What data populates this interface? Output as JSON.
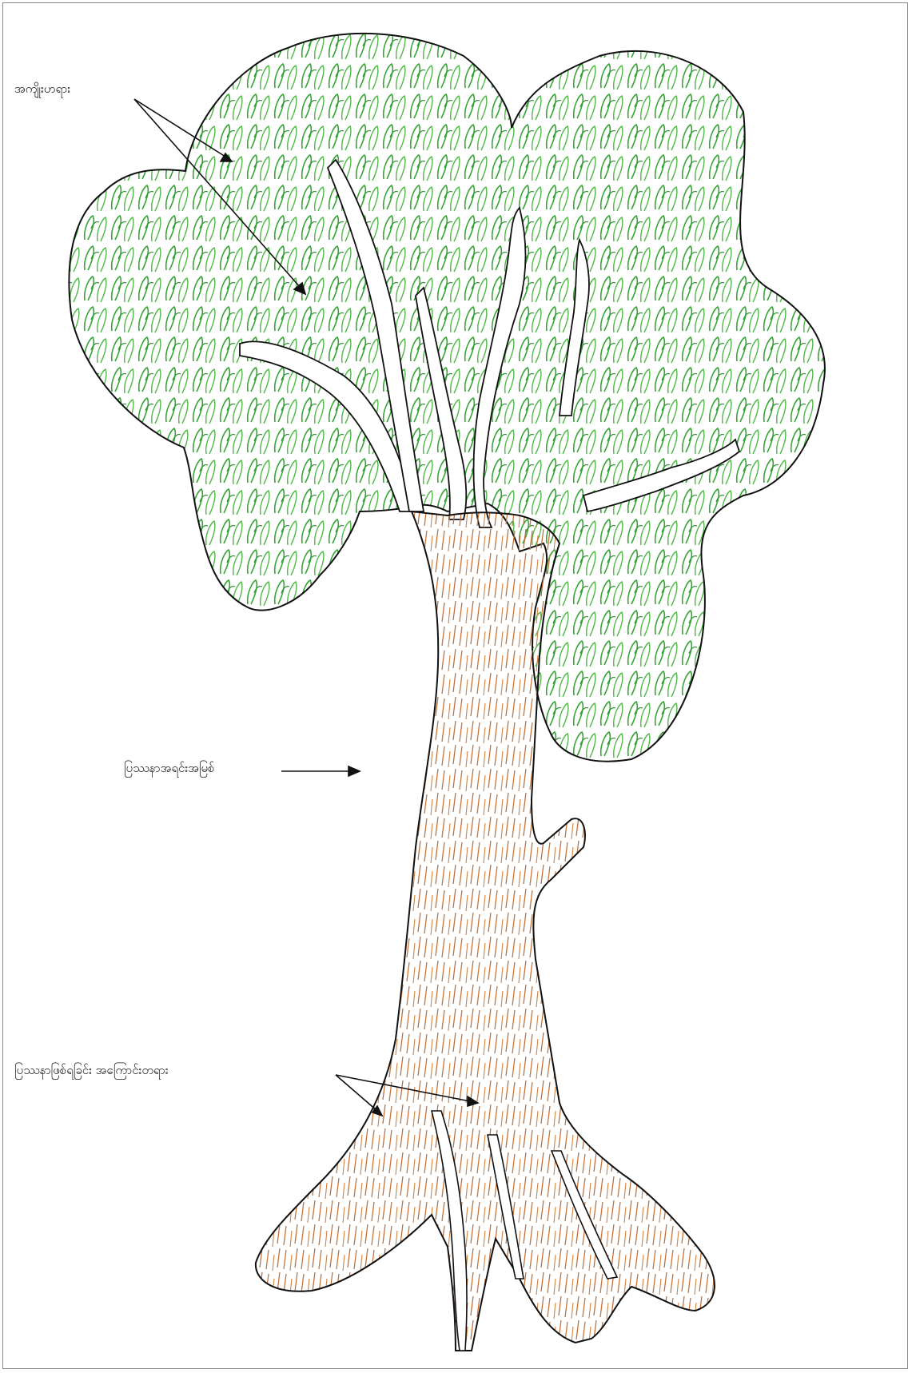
{
  "labels": {
    "effects": "အကျိုးဟရား",
    "core_problem": "ပြဿနာအရင်းအမြစ်",
    "causes": "ပြဿနာဖြစ်ရခြင်း အကြောင်းတရား"
  },
  "colors": {
    "leaves": "#3aa33a",
    "canopy_fill": "#eef7ea",
    "trunk": "#c8743a",
    "trunk_fill": "#f6e3d3",
    "ink": "#1f2a7a",
    "outline": "#111111"
  }
}
